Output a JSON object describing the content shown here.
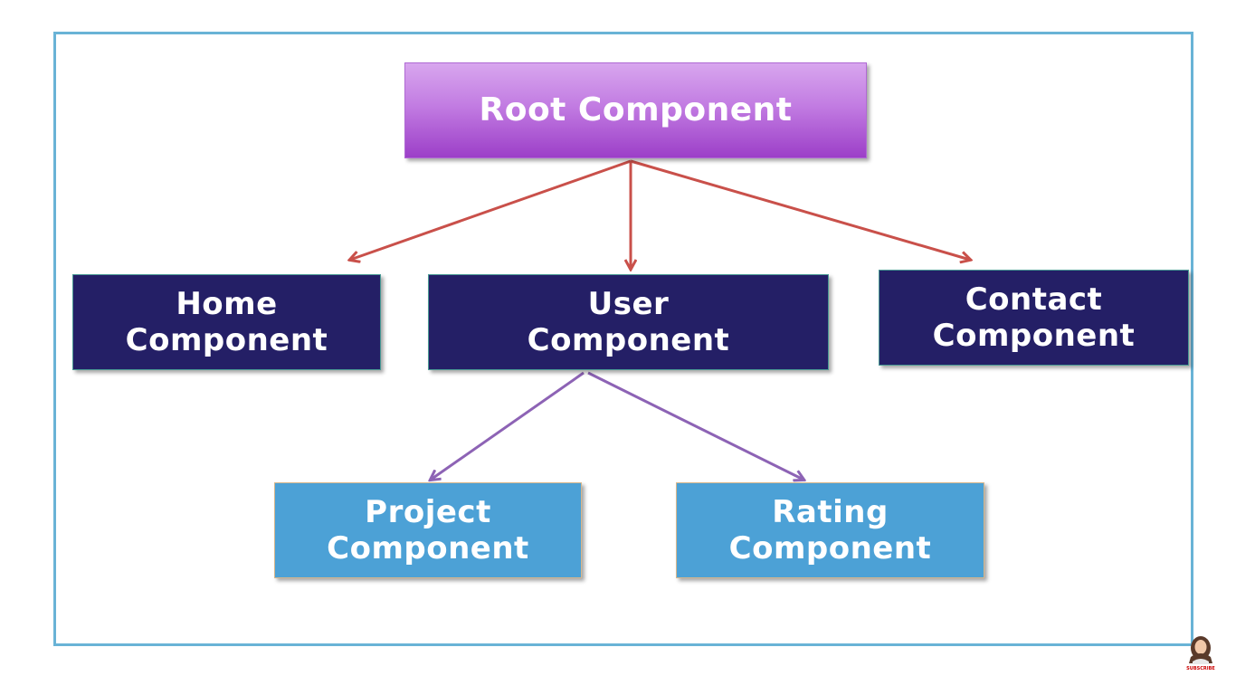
{
  "diagram": {
    "root": {
      "line1": "Root Component"
    },
    "children": [
      {
        "line1": "Home",
        "line2": "Component"
      },
      {
        "line1": "User",
        "line2": "Component"
      },
      {
        "line1": "Contact",
        "line2": "Component"
      }
    ],
    "grandchildren": [
      {
        "line1": "Project",
        "line2": "Component"
      },
      {
        "line1": "Rating",
        "line2": "Component"
      }
    ]
  },
  "colors": {
    "frame_border": "#69b3d6",
    "root_fill": "#b266d9",
    "level1_fill": "#241f66",
    "level2_fill": "#4ca1d6",
    "root_arrows": "#c9504a",
    "user_arrows": "#8d63b5"
  },
  "icons": {
    "channel_avatar": "avatar-icon"
  },
  "overlay": {
    "subscribe_label": "SUBSCRIBE"
  }
}
